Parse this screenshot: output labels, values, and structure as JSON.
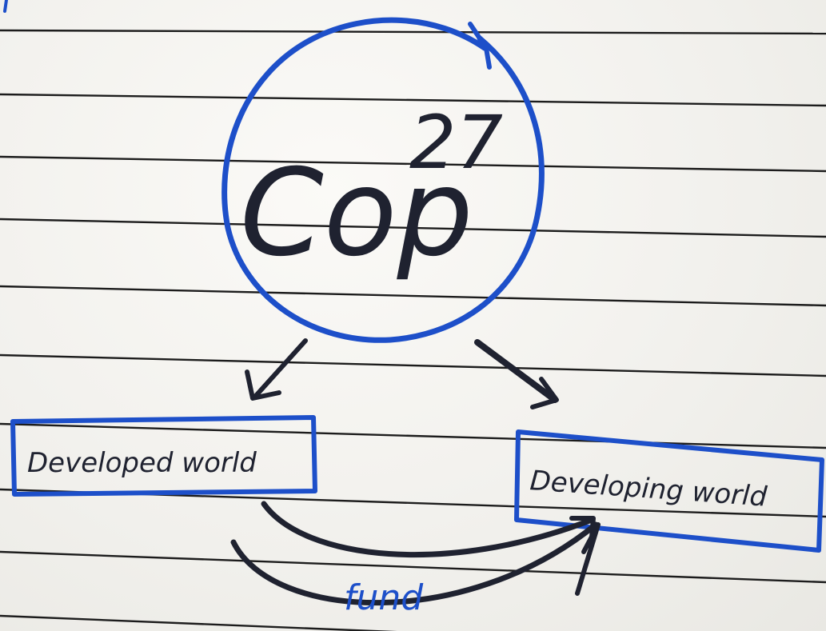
{
  "diagram": {
    "center": {
      "main": "Cop",
      "superscript": "27"
    },
    "left_box": {
      "label": "Developed world"
    },
    "right_box": {
      "label": "Developing world"
    },
    "flow_label": "fund"
  },
  "colors": {
    "paper": "#f4f3f0",
    "rule_line": "#1c1c1c",
    "blue_ink": "#1d4fc9",
    "black_ink": "#1f2230"
  }
}
